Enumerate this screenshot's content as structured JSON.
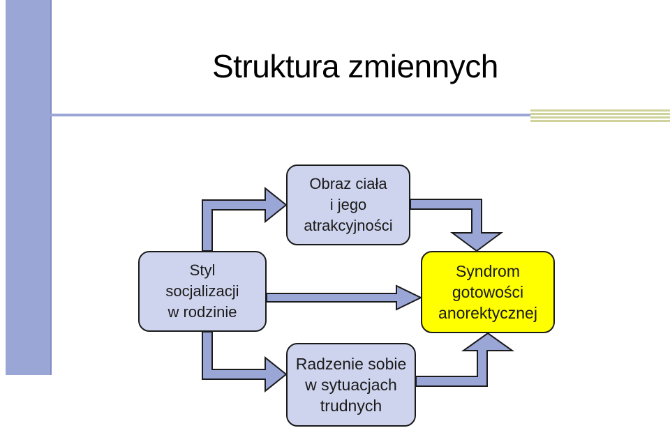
{
  "slide": {
    "title": "Struktura zmiennych"
  },
  "diagram": {
    "nodes": {
      "obraz": "Obraz ciała\ni jego\natrakcyjności",
      "styl": "Styl\nsocjalizacji\nw rodzinie",
      "syndrom": "Syndrom\ngotowości\nanorektycznej",
      "radzenie": "Radzenie sobie\nw sytuacjach\ntrudnych"
    },
    "edges": [
      {
        "from": "styl",
        "to": "obraz"
      },
      {
        "from": "styl",
        "to": "syndrom"
      },
      {
        "from": "styl",
        "to": "radzenie"
      },
      {
        "from": "obraz",
        "to": "syndrom"
      },
      {
        "from": "radzenie",
        "to": "syndrom"
      }
    ]
  },
  "colors": {
    "node_fill": "#cfd4ee",
    "outcome_fill": "#ffff00",
    "arrow_fill": "#9aa6d6",
    "accent": "#9aa6d6"
  }
}
